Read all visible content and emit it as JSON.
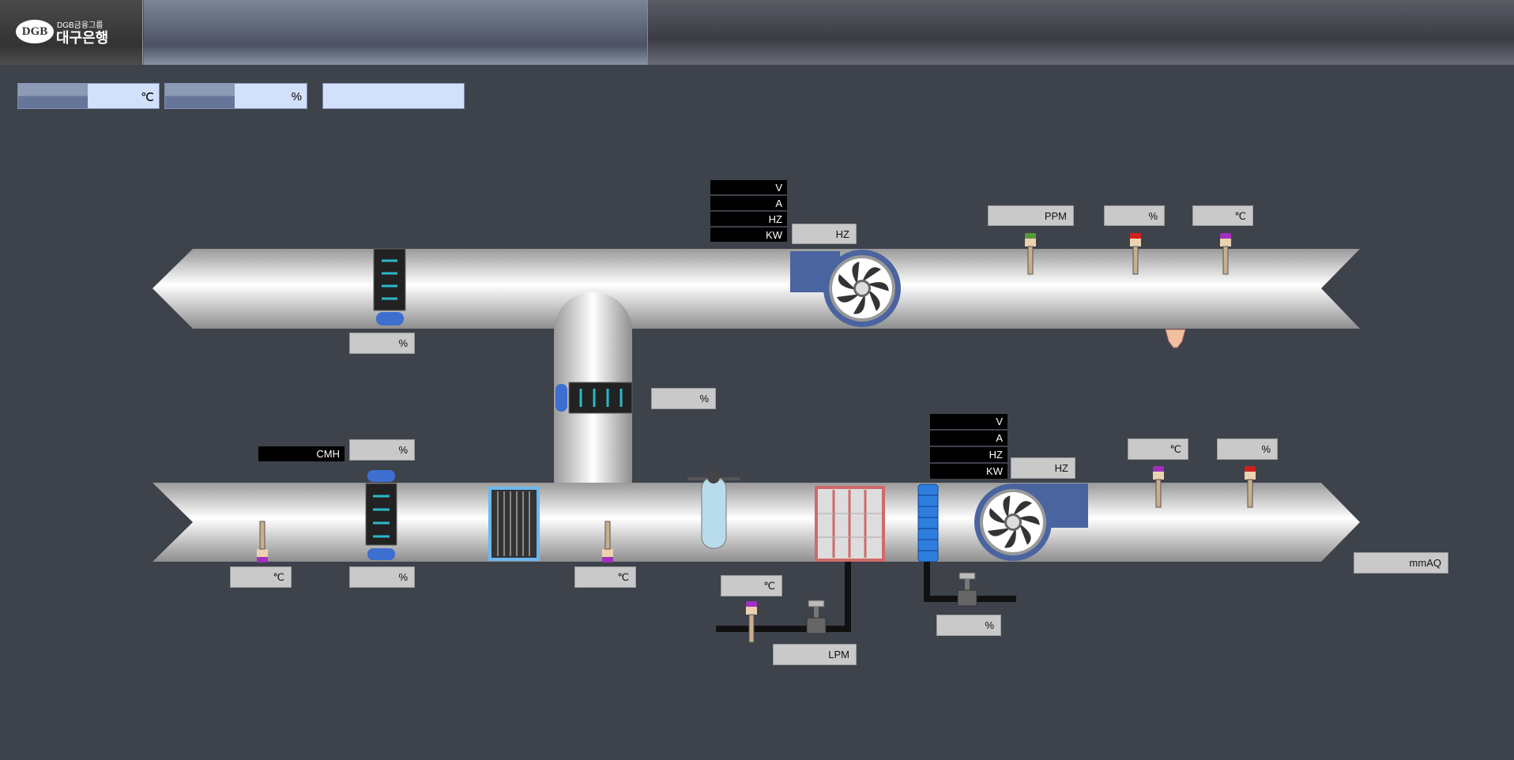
{
  "header": {
    "logo_group": "DGB금융그룹",
    "logo_name": "대구은행",
    "logo_mark": "DGB"
  },
  "top_status": [
    {
      "unit": "℃"
    },
    {
      "unit": "%"
    },
    {
      "unit": ""
    }
  ],
  "supply_fan": {
    "rows": [
      "V",
      "A",
      "HZ",
      "KW"
    ],
    "hz_unit": "HZ"
  },
  "return_fan": {
    "rows": [
      "V",
      "A",
      "HZ",
      "KW"
    ],
    "hz_unit": "HZ"
  },
  "units": {
    "ppm": "PPM",
    "pct": "%",
    "degc": "℃",
    "cmh": "CMH",
    "lpm": "LPM",
    "mmaq": "mmAQ"
  },
  "colors": {
    "duct": "#e8e8e8",
    "fan_blue": "#4a64a0",
    "background": "#3e424b"
  }
}
